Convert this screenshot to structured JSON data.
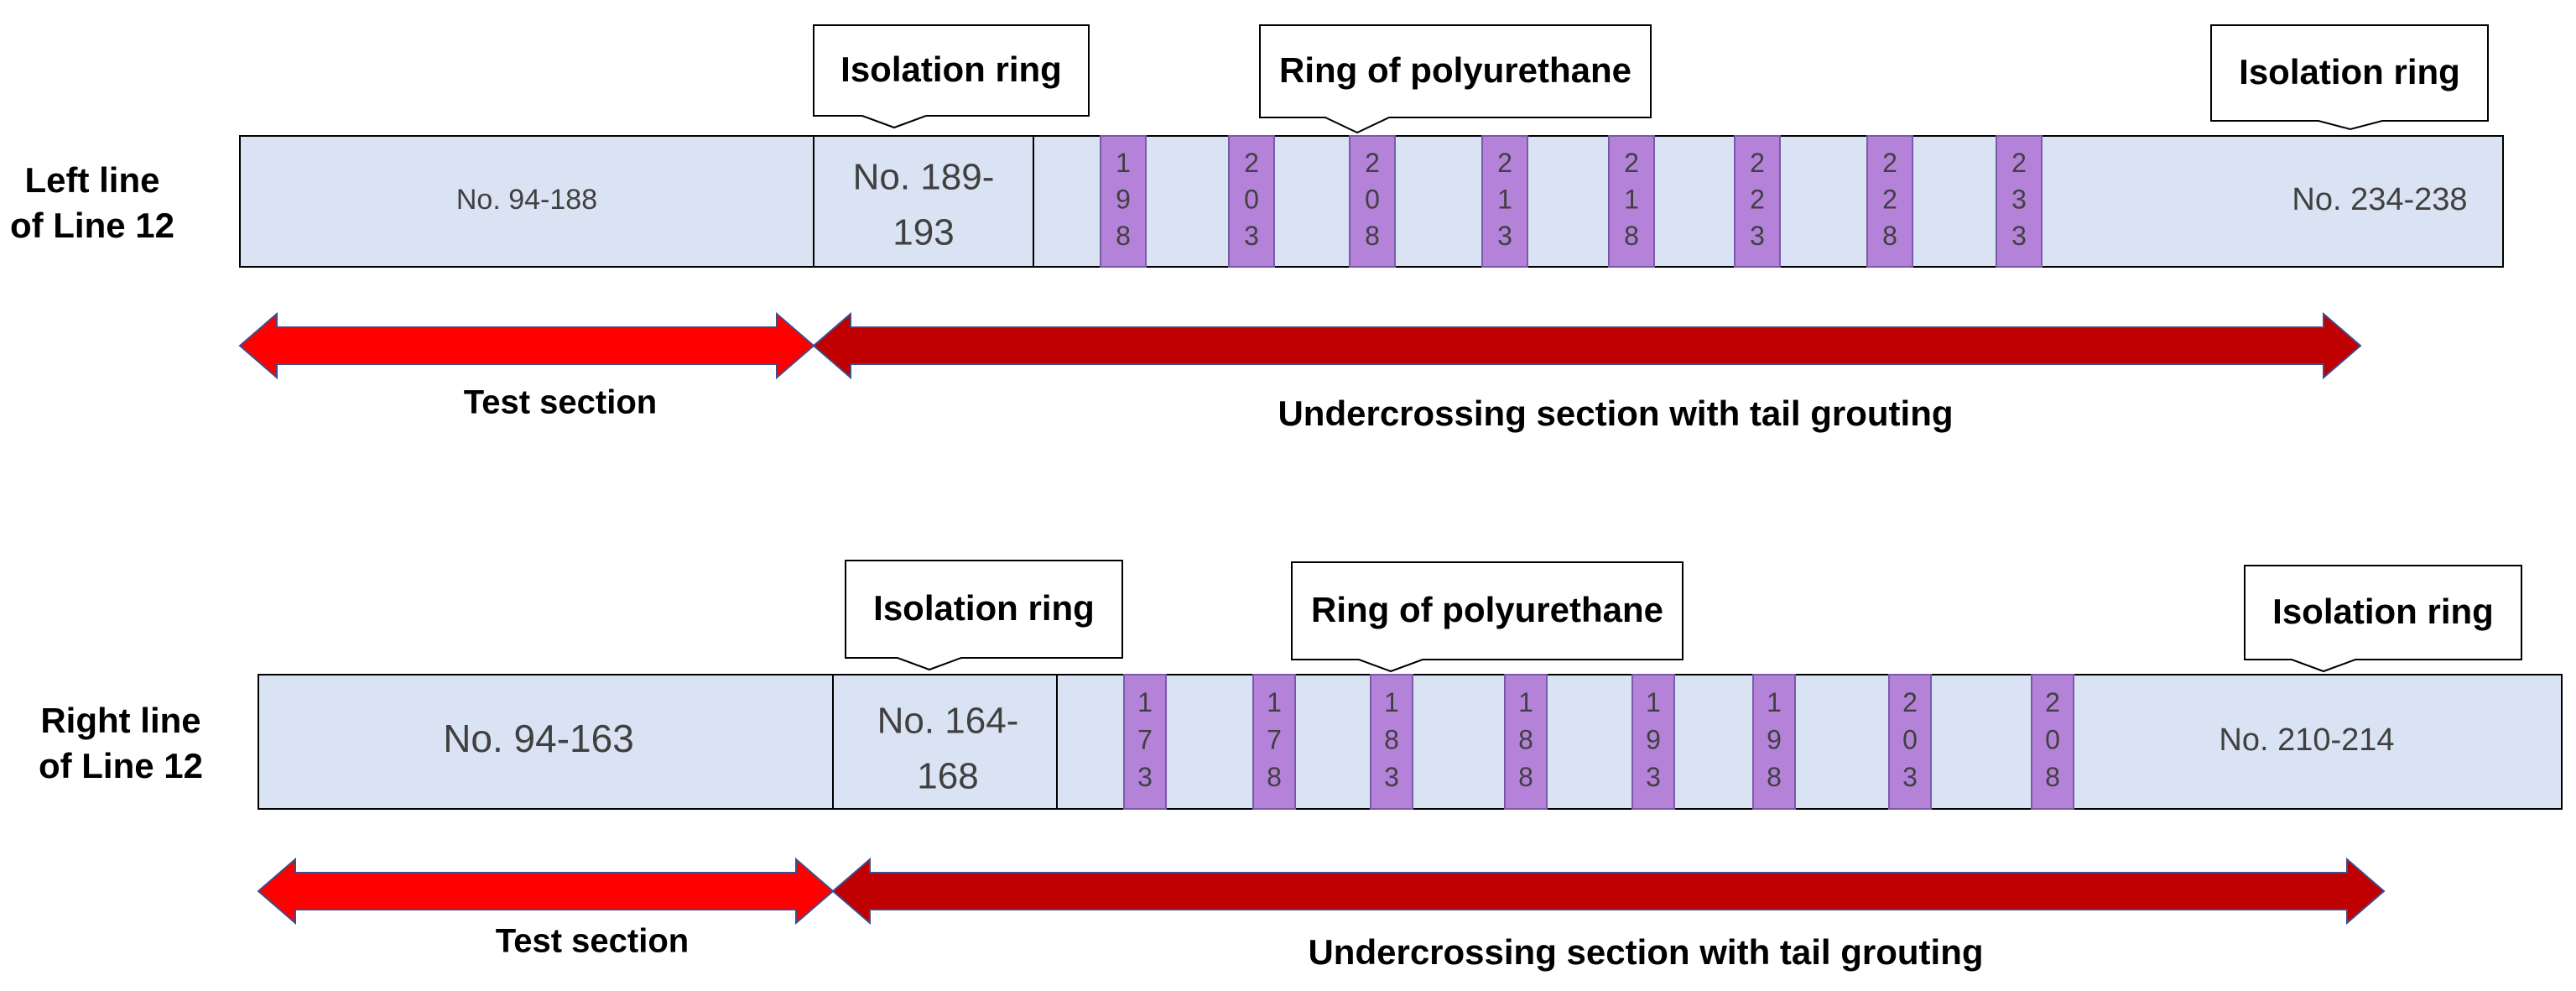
{
  "panels": [
    {
      "line_label": [
        "Left line",
        "of Line 12"
      ],
      "test_block": "No. 94-188",
      "isolation_block": [
        "No. 189-",
        "193"
      ],
      "end_block": "No. 234-238",
      "poly_rings": [
        "198",
        "203",
        "208",
        "213",
        "218",
        "223",
        "228",
        "233"
      ],
      "callouts": {
        "isolation_left": "Isolation ring",
        "polyurethane": "Ring of polyurethane",
        "isolation_right": "Isolation ring"
      },
      "test_section": "Test section",
      "undercrossing_section": "Undercrossing section with tail grouting"
    },
    {
      "line_label": [
        "Right line",
        "of Line 12"
      ],
      "test_block": "No. 94-163",
      "isolation_block": [
        "No. 164-",
        "168"
      ],
      "end_block": "No. 210-214",
      "poly_rings": [
        "173",
        "178",
        "183",
        "188",
        "193",
        "198",
        "203",
        "208"
      ],
      "callouts": {
        "isolation_left": "Isolation ring",
        "polyurethane": "Ring of polyurethane",
        "isolation_right": "Isolation ring"
      },
      "test_section": "Test section",
      "undercrossing_section": "Undercrossing section with tail grouting"
    }
  ],
  "colors": {
    "strip_fill": "#dae3f3",
    "ring_fill": "#b482d9",
    "test_arrow": "#ff0000",
    "undercrossing_arrow": "#c00000",
    "arrow_stroke": "#3f4d8c"
  }
}
